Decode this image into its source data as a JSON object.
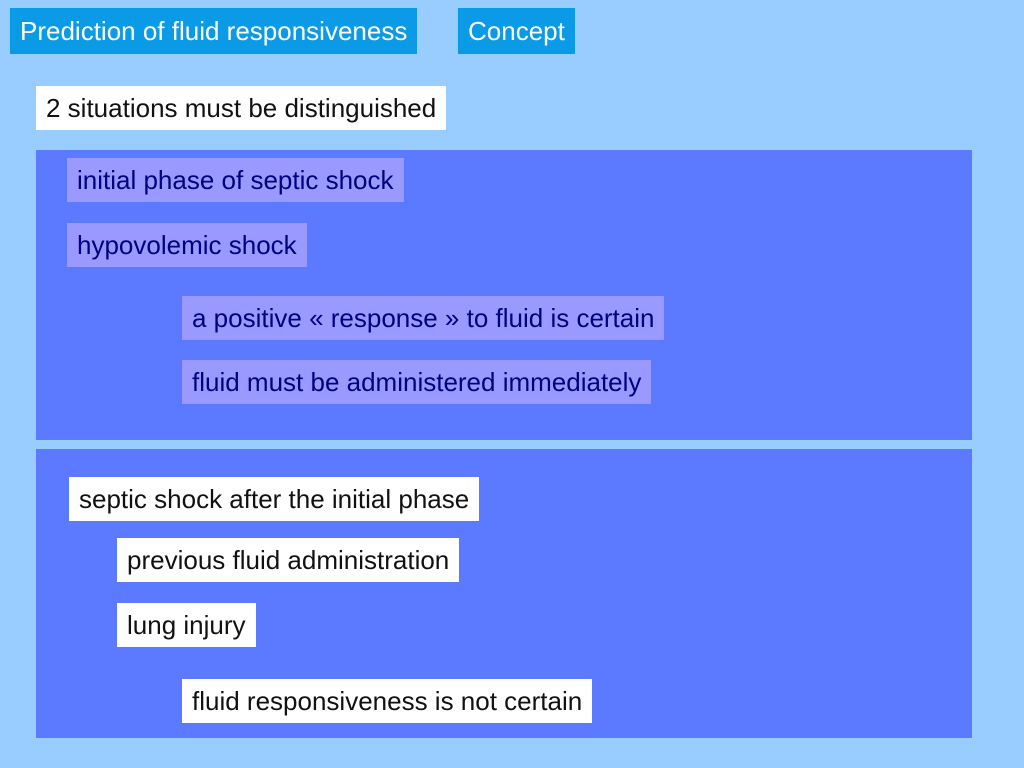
{
  "header": {
    "title": "Prediction of fluid responsiveness",
    "section": "Concept"
  },
  "intro": "2 situations must be distinguished",
  "situation1": {
    "conditions": [
      "initial phase of septic shock",
      "hypovolemic shock"
    ],
    "conclusions": [
      "a positive « response » to fluid is certain",
      "fluid must be administered immediately"
    ]
  },
  "situation2": {
    "condition": "septic shock after the initial phase",
    "factors": [
      "previous fluid administration",
      "lung injury"
    ],
    "conclusion": "fluid responsiveness is not certain"
  },
  "colors": {
    "background": "#99ccff",
    "header_bg": "#0a9ae6",
    "panel_bg": "#5c7aff",
    "lavender_box": "#9999ff",
    "navy_text": "#000080"
  }
}
